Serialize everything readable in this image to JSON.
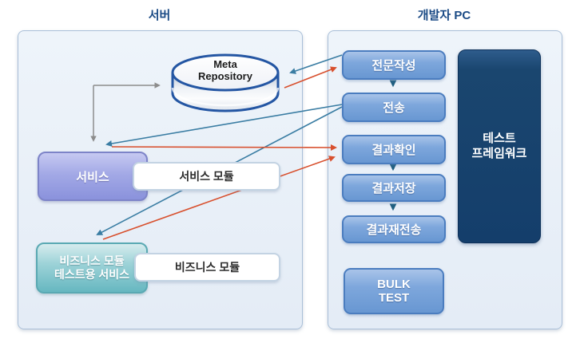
{
  "titles": {
    "server": "서버",
    "developer": "개발자 PC"
  },
  "server": {
    "meta_repository": {
      "line1": "Meta",
      "line2": "Repository"
    },
    "service": "서비스",
    "service_module": "서비스 모듈",
    "biz_test_service": {
      "line1": "비즈니스 모듈",
      "line2": "테스트용 서비스"
    },
    "biz_module": "비즈니스 모듈"
  },
  "pc": {
    "buttons": [
      "전문작성",
      "전송",
      "결과확인",
      "결과저장",
      "결과재전송"
    ],
    "bulk": {
      "line1": "BULK",
      "line2": "TEST"
    },
    "framework": {
      "line1": "테스트",
      "line2": "프레임워크"
    }
  },
  "colors": {
    "title_navy": "#1a4a85",
    "panel_bg": "#e7eef7",
    "panel_border": "#a9bfd8",
    "button_blue": "#6e9cd6",
    "button_border": "#4b7dbf",
    "framework_navy": "#143e6b",
    "service_purple": "#8a92dc",
    "biz_teal": "#66b7c0",
    "cylinder_border": "#2456a3",
    "arrow_teal": "#3a7da3",
    "arrow_red": "#d8502e",
    "arrow_gray": "#8c8c8c",
    "arrow_navy": "#1f5f80"
  }
}
